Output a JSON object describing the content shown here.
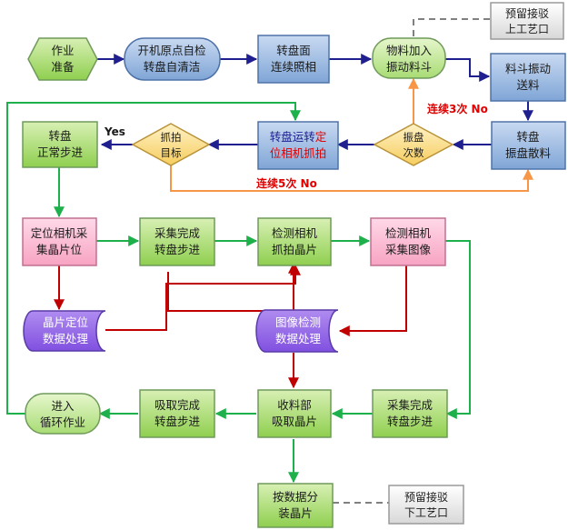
{
  "nodes": {
    "prep": [
      "作业",
      "准备"
    ],
    "home": [
      "开机原点自检",
      "转盘自清洁"
    ],
    "photo": [
      "转盘面",
      "连续照相"
    ],
    "hopper": [
      "物料加入",
      "振动料斗"
    ],
    "reserve_up": [
      "预留接驳",
      "上工艺口"
    ],
    "feed": [
      "料斗振动",
      "送料"
    ],
    "scatter": [
      "转盘",
      "振盘散料"
    ],
    "vib_count": [
      "振盘",
      "次数"
    ],
    "rotate_l1": "转盘运转",
    "rotate_l1_red": "定",
    "rotate_l2": "位相机抓拍",
    "target": [
      "抓拍",
      "目标"
    ],
    "normal_step": [
      "转盘",
      "正常步进"
    ],
    "locate": [
      "定位相机采",
      "集晶片位"
    ],
    "collect_step1": [
      "采集完成",
      "转盘步进"
    ],
    "detect_cam": [
      "检测相机",
      "抓拍晶片"
    ],
    "detect_img": [
      "检测相机",
      "采集图像"
    ],
    "pos_proc": [
      "晶片定位",
      "数据处理"
    ],
    "img_proc": [
      "图像检测",
      "数据处理"
    ],
    "loop": [
      "进入",
      "循环作业"
    ],
    "suck_step": [
      "吸取完成",
      "转盘步进"
    ],
    "receive": [
      "收料部",
      "吸取晶片"
    ],
    "collect_step2": [
      "采集完成",
      "转盘步进"
    ],
    "sort": [
      "按数据分",
      "装晶片"
    ],
    "reserve_down": [
      "预留接驳",
      "下工艺口"
    ]
  },
  "labels": {
    "yes": "Yes",
    "no3": "连续3次 No",
    "no5": "连续5次 No"
  },
  "colors": {
    "navy": "#1f1f8f",
    "green": "#1db04b",
    "orange": "#f79646",
    "red": "#c00000",
    "gray": "#808080"
  }
}
